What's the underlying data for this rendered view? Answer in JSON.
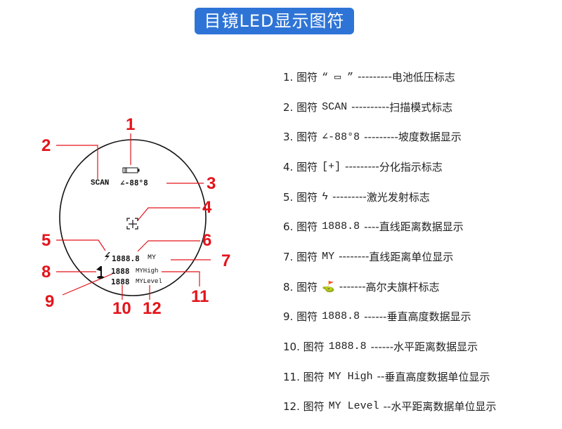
{
  "title": "目镜LED显示图符",
  "colors": {
    "title_bg": "#2e74d6",
    "callout": "#e4141b",
    "text": "#222222"
  },
  "eyepiece": {
    "battery_icon": "battery-low-icon",
    "scan": "SCAN",
    "slope": "∠-88°8",
    "reticle_icon": "reticle-icon",
    "laser_icon": "laser-icon",
    "flag_icon": "golf-flag-icon",
    "line_distance": "1888.8",
    "line_unit": "MY",
    "height_value": "1888",
    "height_unit": "MYHigh",
    "level_value": "1888",
    "level_unit": "MYLevel"
  },
  "callouts": [
    "1",
    "2",
    "3",
    "4",
    "5",
    "6",
    "7",
    "8",
    "9",
    "10",
    "11",
    "12"
  ],
  "legend": [
    {
      "idx": "1. 图符",
      "sym": "“ ▭ ”",
      "dash": "---------",
      "desc": "电池低压标志"
    },
    {
      "idx": "2. 图符",
      "sym": "SCAN",
      "dash": "----------",
      "desc": "扫描模式标志"
    },
    {
      "idx": "3. 图符",
      "sym": "∠-88°8",
      "dash": "---------",
      "desc": "坡度数据显示"
    },
    {
      "idx": "4. 图符",
      "sym": "[+]",
      "dash": "---------",
      "desc": "分化指示标志"
    },
    {
      "idx": "5. 图符",
      "sym": "ϟ",
      "dash": "---------",
      "desc": "激光发射标志"
    },
    {
      "idx": "6. 图符",
      "sym": "1888.8",
      "dash": "----",
      "desc": "直线距离数据显示"
    },
    {
      "idx": "7. 图符",
      "sym": "MY",
      "dash": "--------",
      "desc": "直线距离单位显示"
    },
    {
      "idx": "8. 图符",
      "sym": "⛳",
      "dash": "-------",
      "desc": "高尔夫旗杆标志"
    },
    {
      "idx": "9. 图符",
      "sym": "1888.8",
      "dash": "------",
      "desc": "垂直高度数据显示"
    },
    {
      "idx": "10. 图符",
      "sym": "1888.8",
      "dash": "------",
      "desc": "水平距离数据显示"
    },
    {
      "idx": "11. 图符",
      "sym": "MY High",
      "dash": "--",
      "desc": "垂直高度数据单位显示"
    },
    {
      "idx": "12. 图符",
      "sym": "MY Level",
      "dash": "--",
      "desc": "水平距离数据单位显示"
    }
  ]
}
